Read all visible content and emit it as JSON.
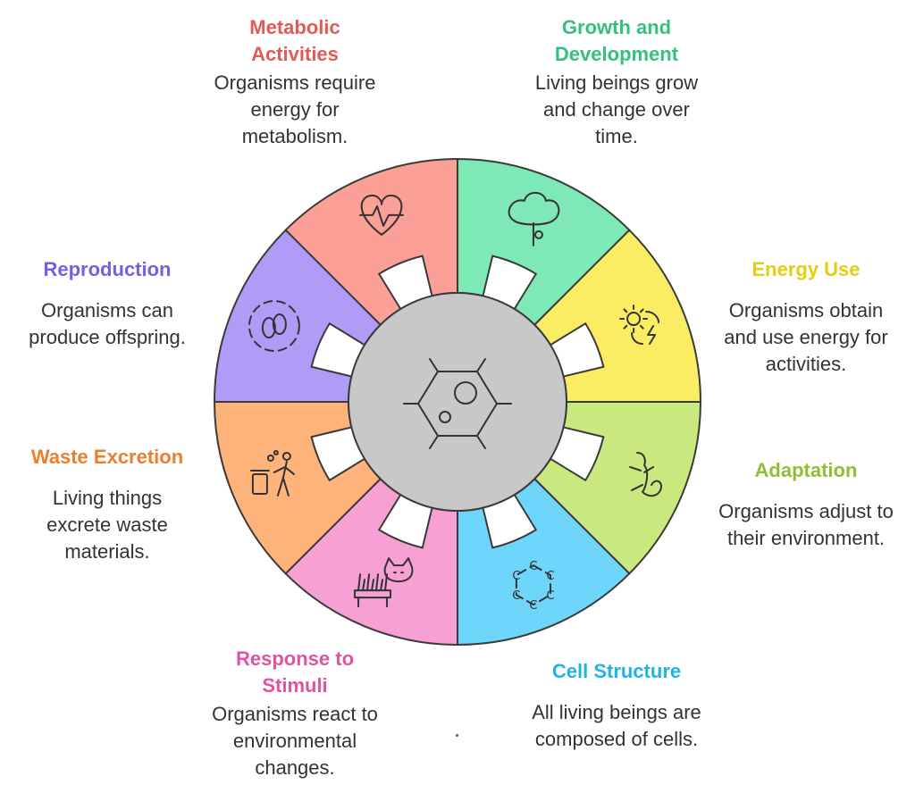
{
  "center_icon": "cell-icon",
  "segments": [
    {
      "id": "metabolic",
      "title": "Metabolic Activities",
      "desc": "Organisms require energy for metabolism.",
      "color": "#fb9f97",
      "title_color": "#e25a56",
      "icon": "heart-pulse-icon"
    },
    {
      "id": "growth",
      "title": "Growth and Development",
      "desc": "Living beings grow and change over time.",
      "color": "#7fe8b7",
      "title_color": "#35c07e",
      "icon": "tree-icon"
    },
    {
      "id": "energy",
      "title": "Energy Use",
      "desc": "Organisms obtain and use energy for activities.",
      "color": "#fbed63",
      "title_color": "#e2cf0e",
      "icon": "sun-lightning-icon"
    },
    {
      "id": "adaptation",
      "title": "Adaptation",
      "desc": "Organisms adjust to their environment.",
      "color": "#c9e87d",
      "title_color": "#8dc033",
      "icon": "lizard-icon"
    },
    {
      "id": "cell",
      "title": "Cell Structure",
      "desc": "All living beings are composed of cells.",
      "color": "#6fd6fb",
      "title_color": "#1fb4e6",
      "icon": "hexagon-molecule-icon"
    },
    {
      "id": "stimuli",
      "title": "Response to Stimuli",
      "desc": "Organisms react to environmental changes.",
      "color": "#f7a0d4",
      "title_color": "#e0539e",
      "icon": "cat-cactus-icon"
    },
    {
      "id": "waste",
      "title": "Waste Excretion",
      "desc": "Living things excrete waste materials.",
      "color": "#fdb37a",
      "title_color": "#ec7f2e",
      "icon": "trash-person-icon"
    },
    {
      "id": "reproduction",
      "title": "Reproduction",
      "desc": "Organisms can produce offspring.",
      "color": "#b09cf7",
      "title_color": "#7a5de6",
      "icon": "egg-icon"
    }
  ]
}
